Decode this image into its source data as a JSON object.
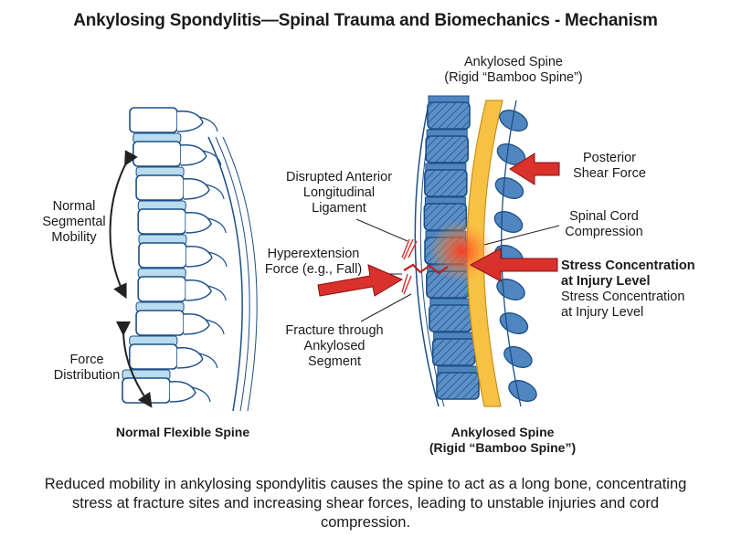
{
  "title": "Ankylosing Spondylitis—Spinal Trauma and Biomechanics - Mechanism",
  "top_right": {
    "line1": "Ankylosed Spine",
    "line2": "(Rigid “Bamboo Spine”)"
  },
  "labels": {
    "normal_mobility": [
      "Normal",
      "Segmental",
      "Mobility"
    ],
    "force_distribution": [
      "Force",
      "Distribution"
    ],
    "disrupted_all": [
      "Disrupted Anterior",
      "Longitudinal",
      "Ligament"
    ],
    "hyperextension": [
      "Hyperextension",
      "Force (e.g., Fall)"
    ],
    "fracture": [
      "Fracture through",
      "Ankylosed",
      "Segment"
    ],
    "posterior_shear": [
      "Posterior",
      "Shear Force"
    ],
    "cord_compression": [
      "Spinal Cord",
      "Compression"
    ],
    "stress_bold": [
      "Stress Concentration",
      "at Injury Level"
    ],
    "stress_regular": [
      "Stress Concentration",
      "at Injury Level"
    ]
  },
  "captions": {
    "normal": "Normal Flexible Spine",
    "ankylosed_line1": "Ankylosed Spine",
    "ankylosed_line2": "(Rigid “Bamboo Spine”)"
  },
  "summary": "Reduced mobility in ankylosing spondylitis causes the spine to act as a long bone, concentrating stress at fracture sites and increasing shear forces, leading to unstable injuries and cord compression.",
  "colors": {
    "bone_fill": "#ffffff",
    "bone_stroke": "#1d4f86",
    "disc": "#b9dcef",
    "ankylosed_fill": "#4f86c0",
    "cord": "#f7c244",
    "arrow_red": "#d9312b",
    "stress_glow": "#ff4a2a"
  }
}
